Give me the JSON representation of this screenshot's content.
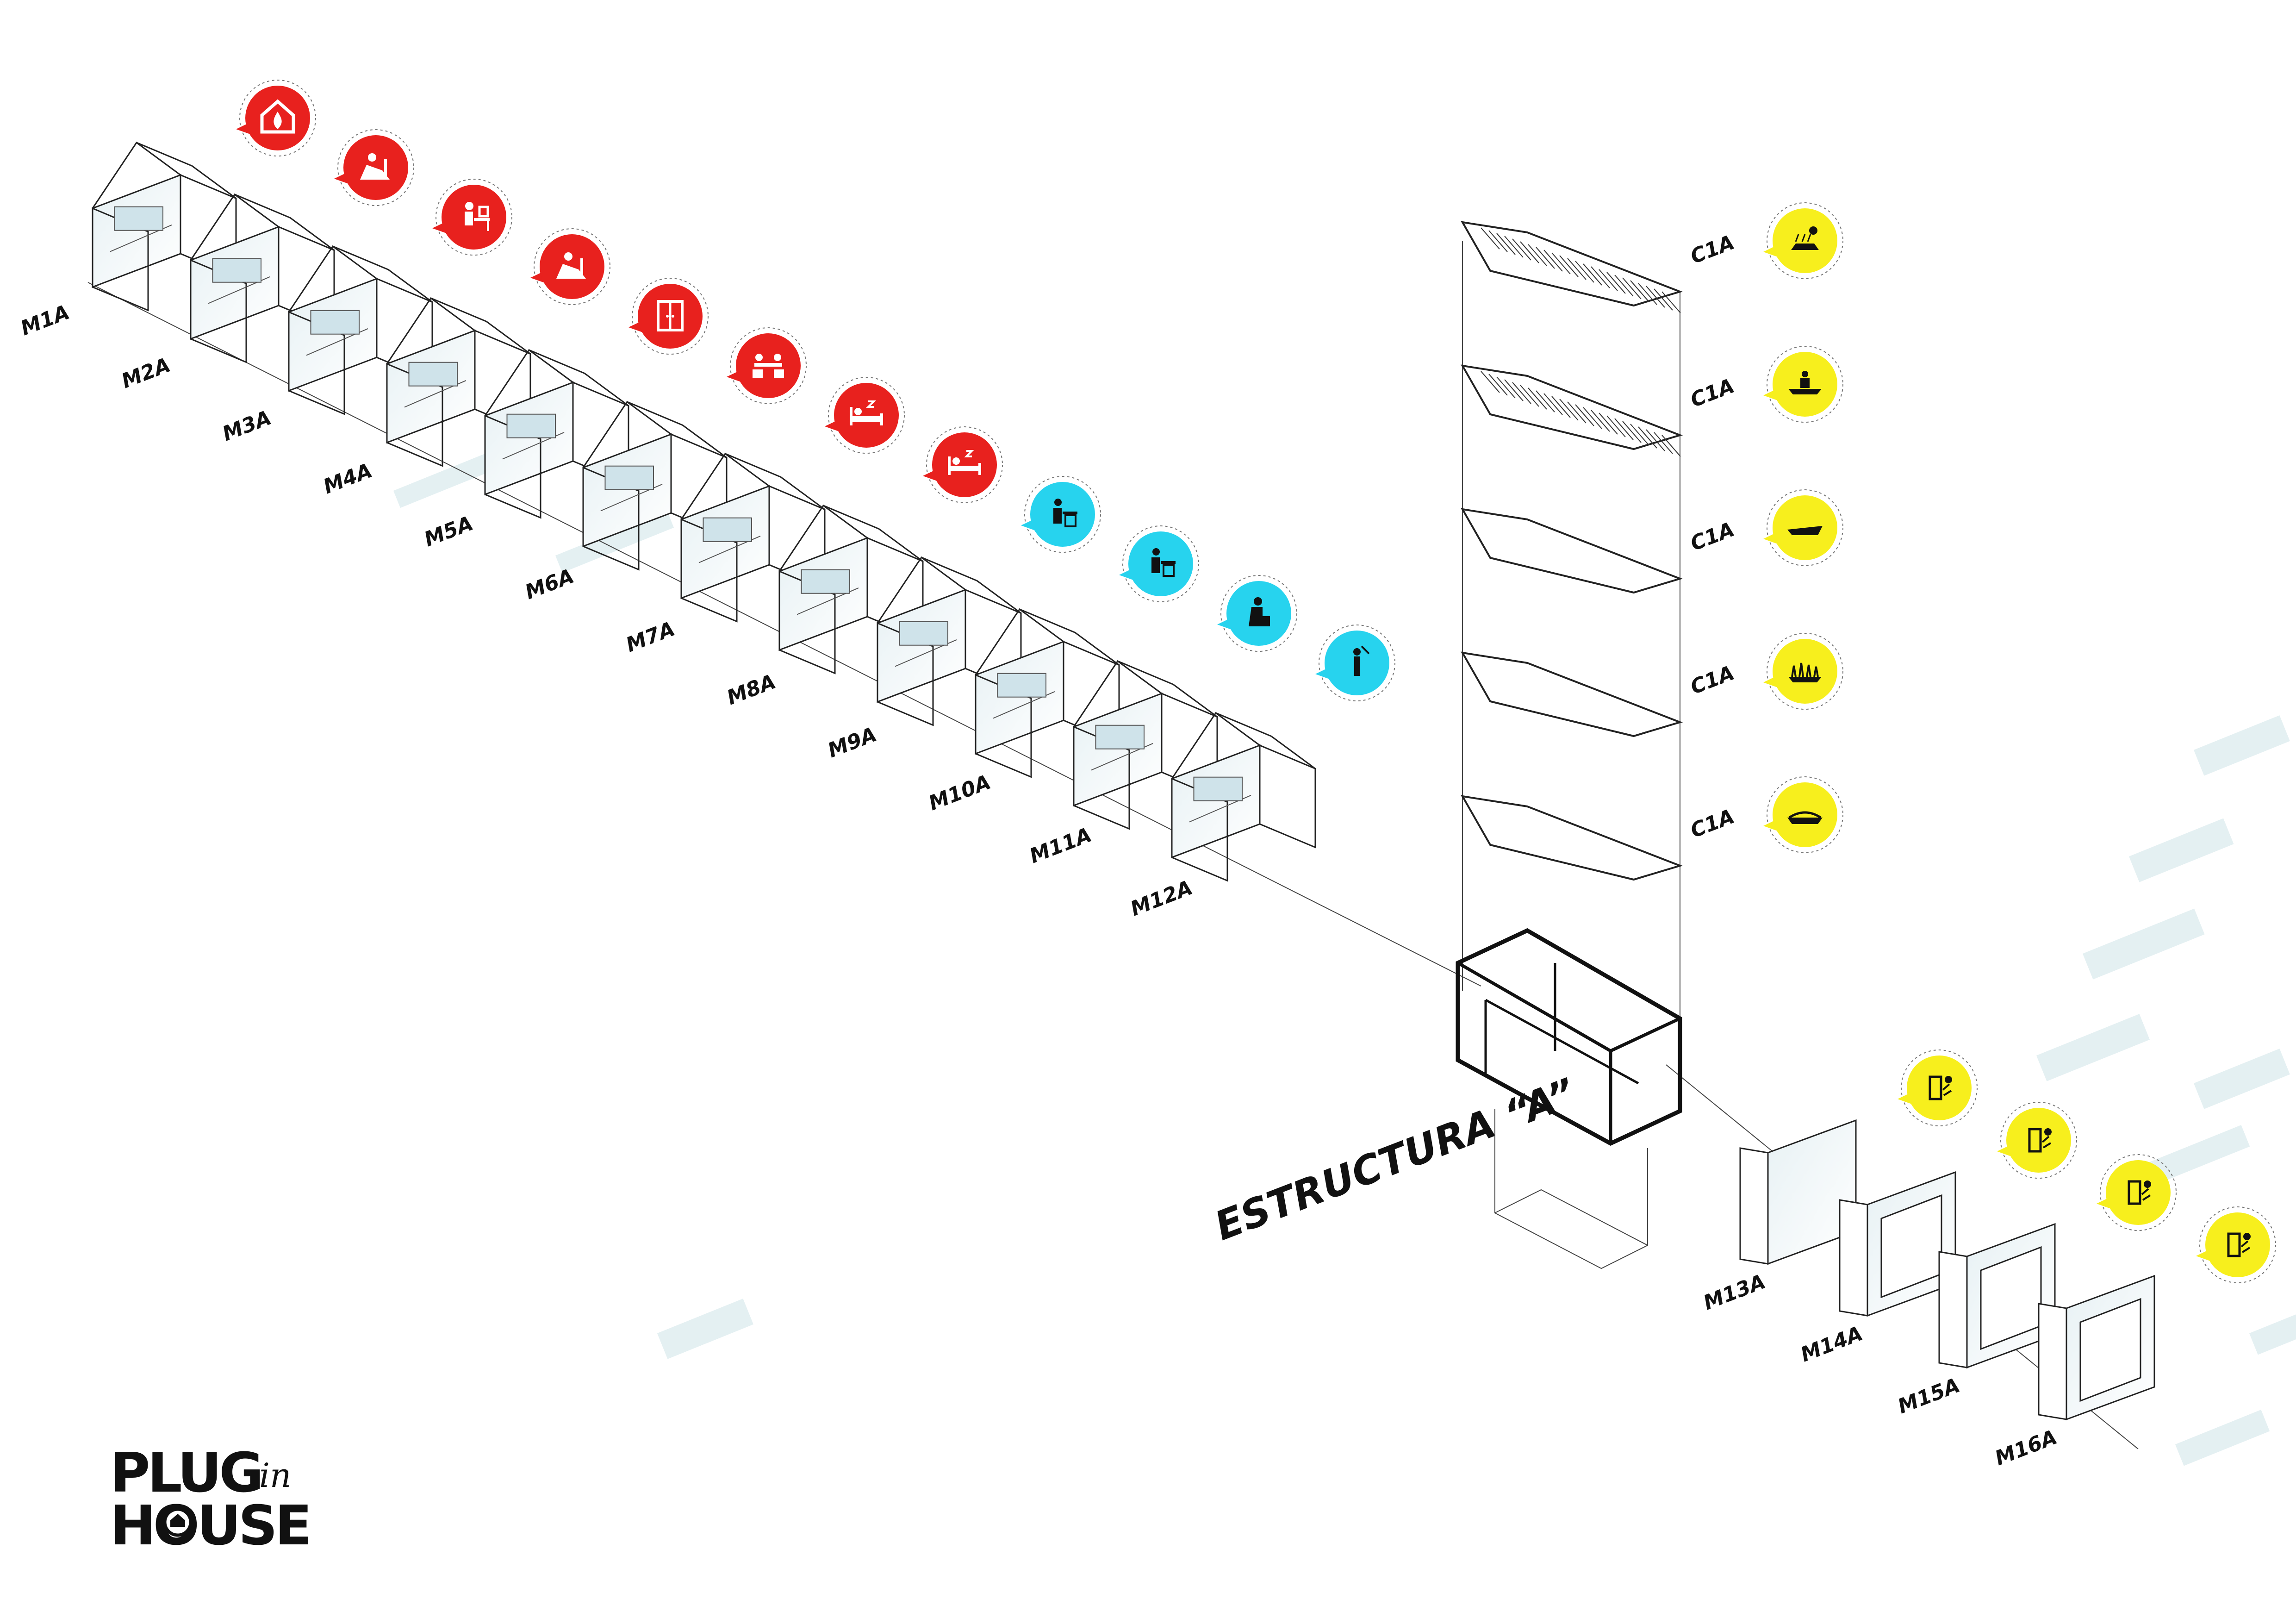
{
  "modules_left": [
    {
      "label": "M1A",
      "bubble": "red",
      "icon": "fireplace-icon"
    },
    {
      "label": "M2A",
      "bubble": "red",
      "icon": "relax-chair-icon"
    },
    {
      "label": "M3A",
      "bubble": "red",
      "icon": "desk-work-icon"
    },
    {
      "label": "M4A",
      "bubble": "red",
      "icon": "armchair-reading-icon"
    },
    {
      "label": "M5A",
      "bubble": "red",
      "icon": "wardrobe-icon"
    },
    {
      "label": "M6A",
      "bubble": "red",
      "icon": "dining-table-icon"
    },
    {
      "label": "M7A",
      "bubble": "red",
      "icon": "bed-sleep-icon"
    },
    {
      "label": "M8A",
      "bubble": "red",
      "icon": "bed-rest-icon"
    },
    {
      "label": "M9A",
      "bubble": "cyan",
      "icon": "kitchen-cook-icon"
    },
    {
      "label": "M10A",
      "bubble": "cyan",
      "icon": "washing-icon"
    },
    {
      "label": "M11A",
      "bubble": "cyan",
      "icon": "toilet-icon"
    },
    {
      "label": "M12A",
      "bubble": "cyan",
      "icon": "shower-icon"
    }
  ],
  "covers": [
    {
      "label": "C1A",
      "icon": "solar-panel-icon"
    },
    {
      "label": "C1A",
      "icon": "roof-deck-icon"
    },
    {
      "label": "C1A",
      "icon": "water-roof-icon"
    },
    {
      "label": "C1A",
      "icon": "green-roof-icon"
    },
    {
      "label": "C1A",
      "icon": "garden-roof-icon"
    }
  ],
  "structure_label": "ESTRUCTURA “A”",
  "modules_right": [
    {
      "label": "M13A",
      "icon": "window-light-icon"
    },
    {
      "label": "M14A",
      "icon": "window-light-icon"
    },
    {
      "label": "M15A",
      "icon": "window-light-icon"
    },
    {
      "label": "M16A",
      "icon": "window-light-icon"
    }
  ],
  "logo": {
    "word1": "PLUG",
    "word_in": "in",
    "word2": "HOUSE"
  },
  "colors": {
    "red_bubble": "#e8211e",
    "cyan_bubble": "#27d3ee",
    "yellow_bubble": "#f7ef1d",
    "line": "#222222",
    "ghost": "#e4f0f2"
  }
}
